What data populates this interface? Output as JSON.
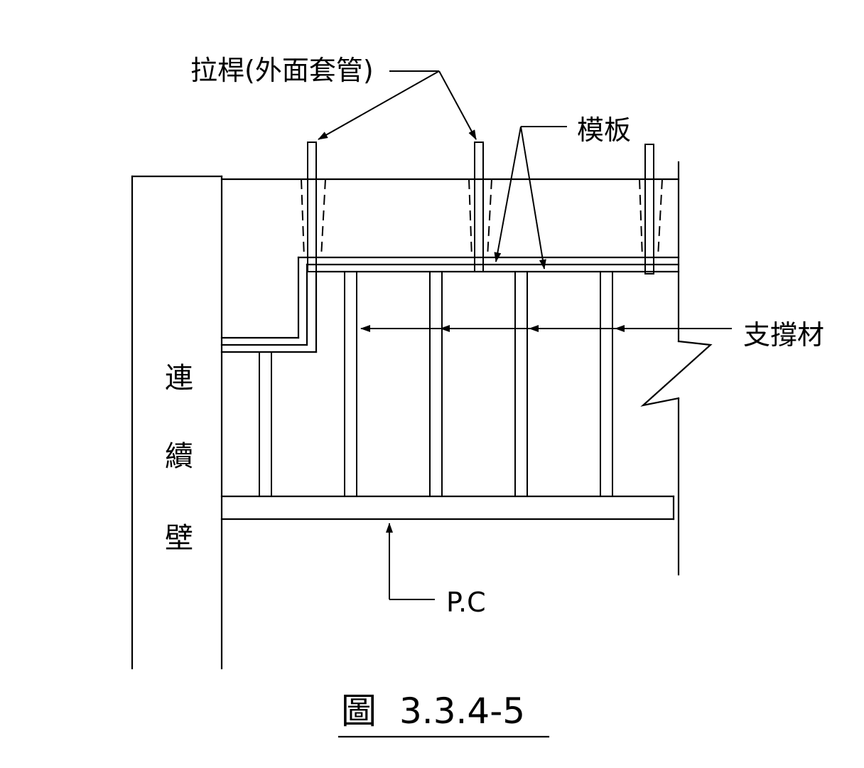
{
  "labels": {
    "tie_rod": "拉桿(外面套管)",
    "formwork": "模板",
    "support": "支撐材",
    "pc": "P.C",
    "wall": [
      "連",
      "續",
      "壁"
    ]
  },
  "caption": {
    "prefix": "圖",
    "number": "3.3.4-5"
  }
}
